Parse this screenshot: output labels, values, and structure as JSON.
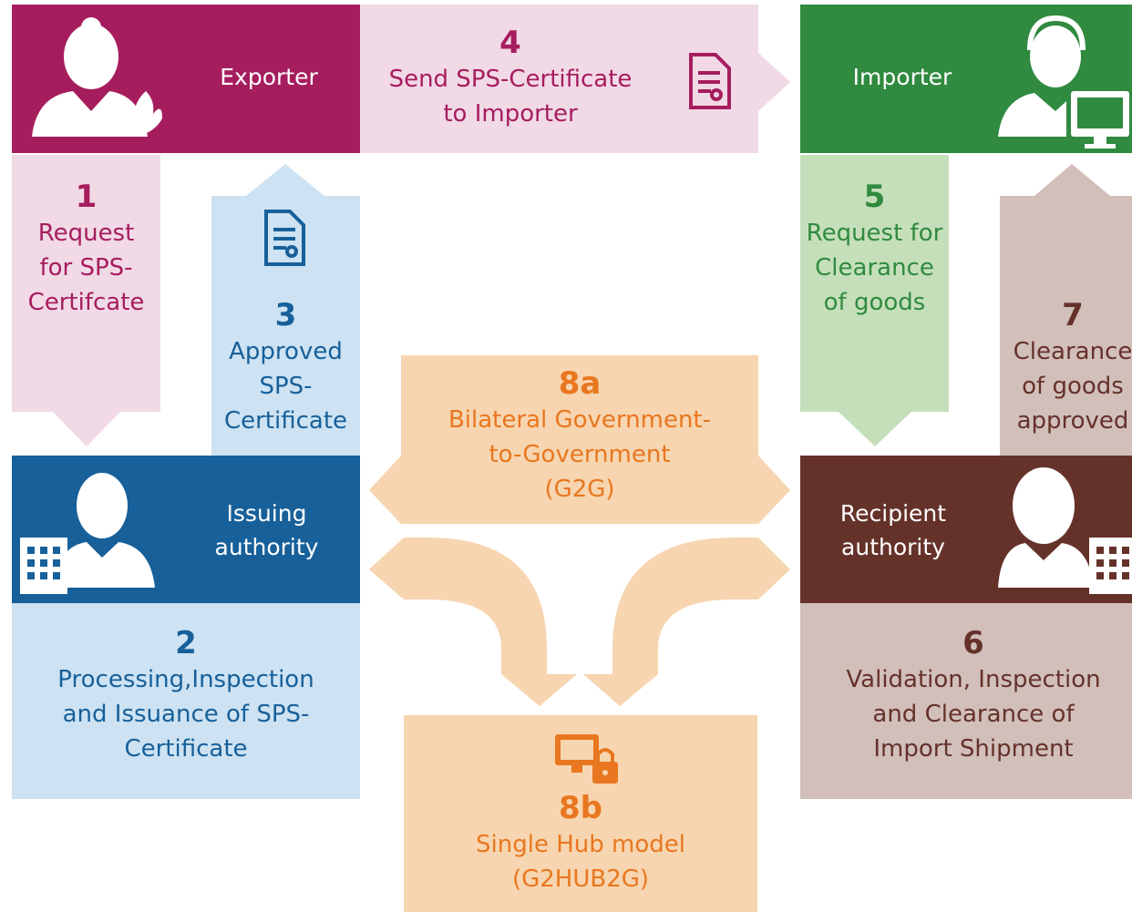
{
  "colors": {
    "exporter": "#A61D5E",
    "exporter_light": "#F1D9E6",
    "issuing": "#17609A",
    "issuing_light": "#CDE2F2",
    "importer": "#308A3F",
    "importer_light": "#C5DFBB",
    "recipient": "#65322A",
    "recipient_light": "#D2BFBA",
    "g2g": "#F7D5B0",
    "g2g_text": "#E8771F"
  },
  "actors": {
    "exporter": "Exporter",
    "importer": "Importer",
    "issuing": "Issuing\nauthority",
    "recipient": "Recipient\nauthority"
  },
  "steps": {
    "s1": {
      "num": "1",
      "text": "Request\nfor SPS-\nCertifcate"
    },
    "s2": {
      "num": "2",
      "text": "Processing,Inspection\nand Issuance of SPS-\nCertificate"
    },
    "s3": {
      "num": "3",
      "text": "Approved\nSPS-\nCertificate"
    },
    "s4": {
      "num": "4",
      "text": "Send SPS-Certificate\nto Importer"
    },
    "s5": {
      "num": "5",
      "text": "Request for\nClearance\nof goods"
    },
    "s6": {
      "num": "6",
      "text": "Validation, Inspection\nand Clearance of\nImport Shipment"
    },
    "s7": {
      "num": "7",
      "text": "Clearance\nof goods\napproved"
    },
    "s8a": {
      "num": "8a",
      "text": "Bilateral Government-\nto-Government\n(G2G)"
    },
    "s8b": {
      "num": "8b",
      "text": "Single Hub model\n(G2HUB2G)"
    }
  }
}
